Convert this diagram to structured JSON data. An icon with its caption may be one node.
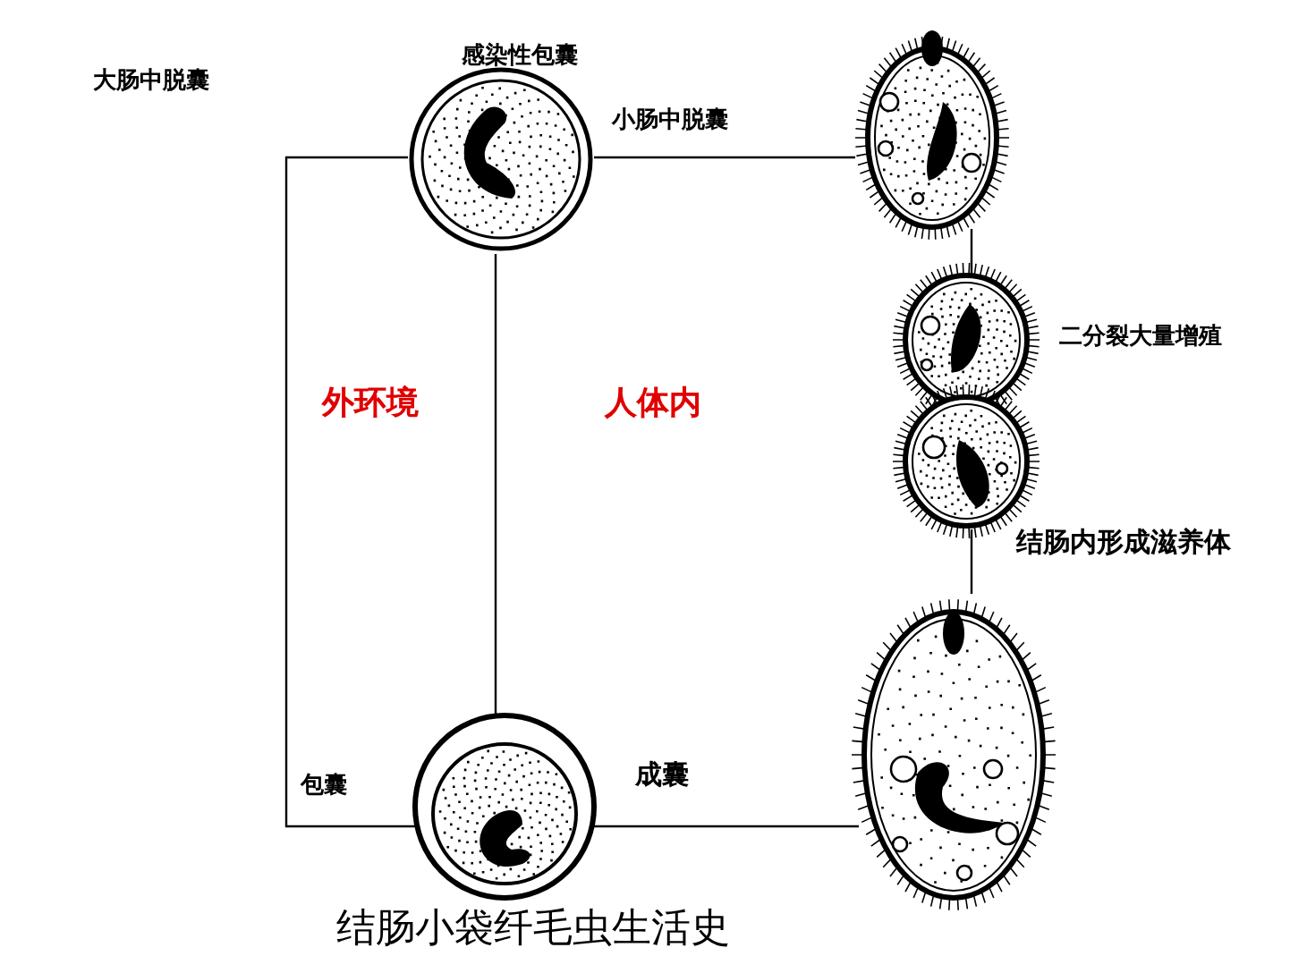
{
  "diagram": {
    "title": "结肠小袋纤毛虫生活史",
    "nodes": [
      {
        "text": [],
        "shape": "picture",
        "beside": [
          "感染性包囊"
        ]
      },
      {
        "text": [],
        "shape": "picture"
      },
      {
        "text": [],
        "shape": "picture",
        "beside": [
          "二分裂大量增殖"
        ]
      },
      {
        "text": [],
        "shape": "picture"
      },
      {
        "text": [],
        "shape": "picture",
        "beside": [
          "包囊"
        ]
      }
    ],
    "edges": [
      {
        "from": 0,
        "to": 1,
        "arrow": "none"
      },
      {
        "from": 1,
        "to": 2,
        "arrow": "none"
      },
      {
        "from": 2,
        "to": 3,
        "arrow": "none"
      },
      {
        "from": 3,
        "to": 4,
        "arrow": "none"
      },
      {
        "from": 4,
        "to": 0,
        "arrow": "none"
      },
      {
        "from": 0,
        "to": 4,
        "arrow": "none"
      }
    ],
    "labels": [
      "大肠中脱囊",
      "小肠中脱囊",
      "外环境",
      "人体内",
      "结肠内形成滋养体",
      "成囊"
    ]
  }
}
